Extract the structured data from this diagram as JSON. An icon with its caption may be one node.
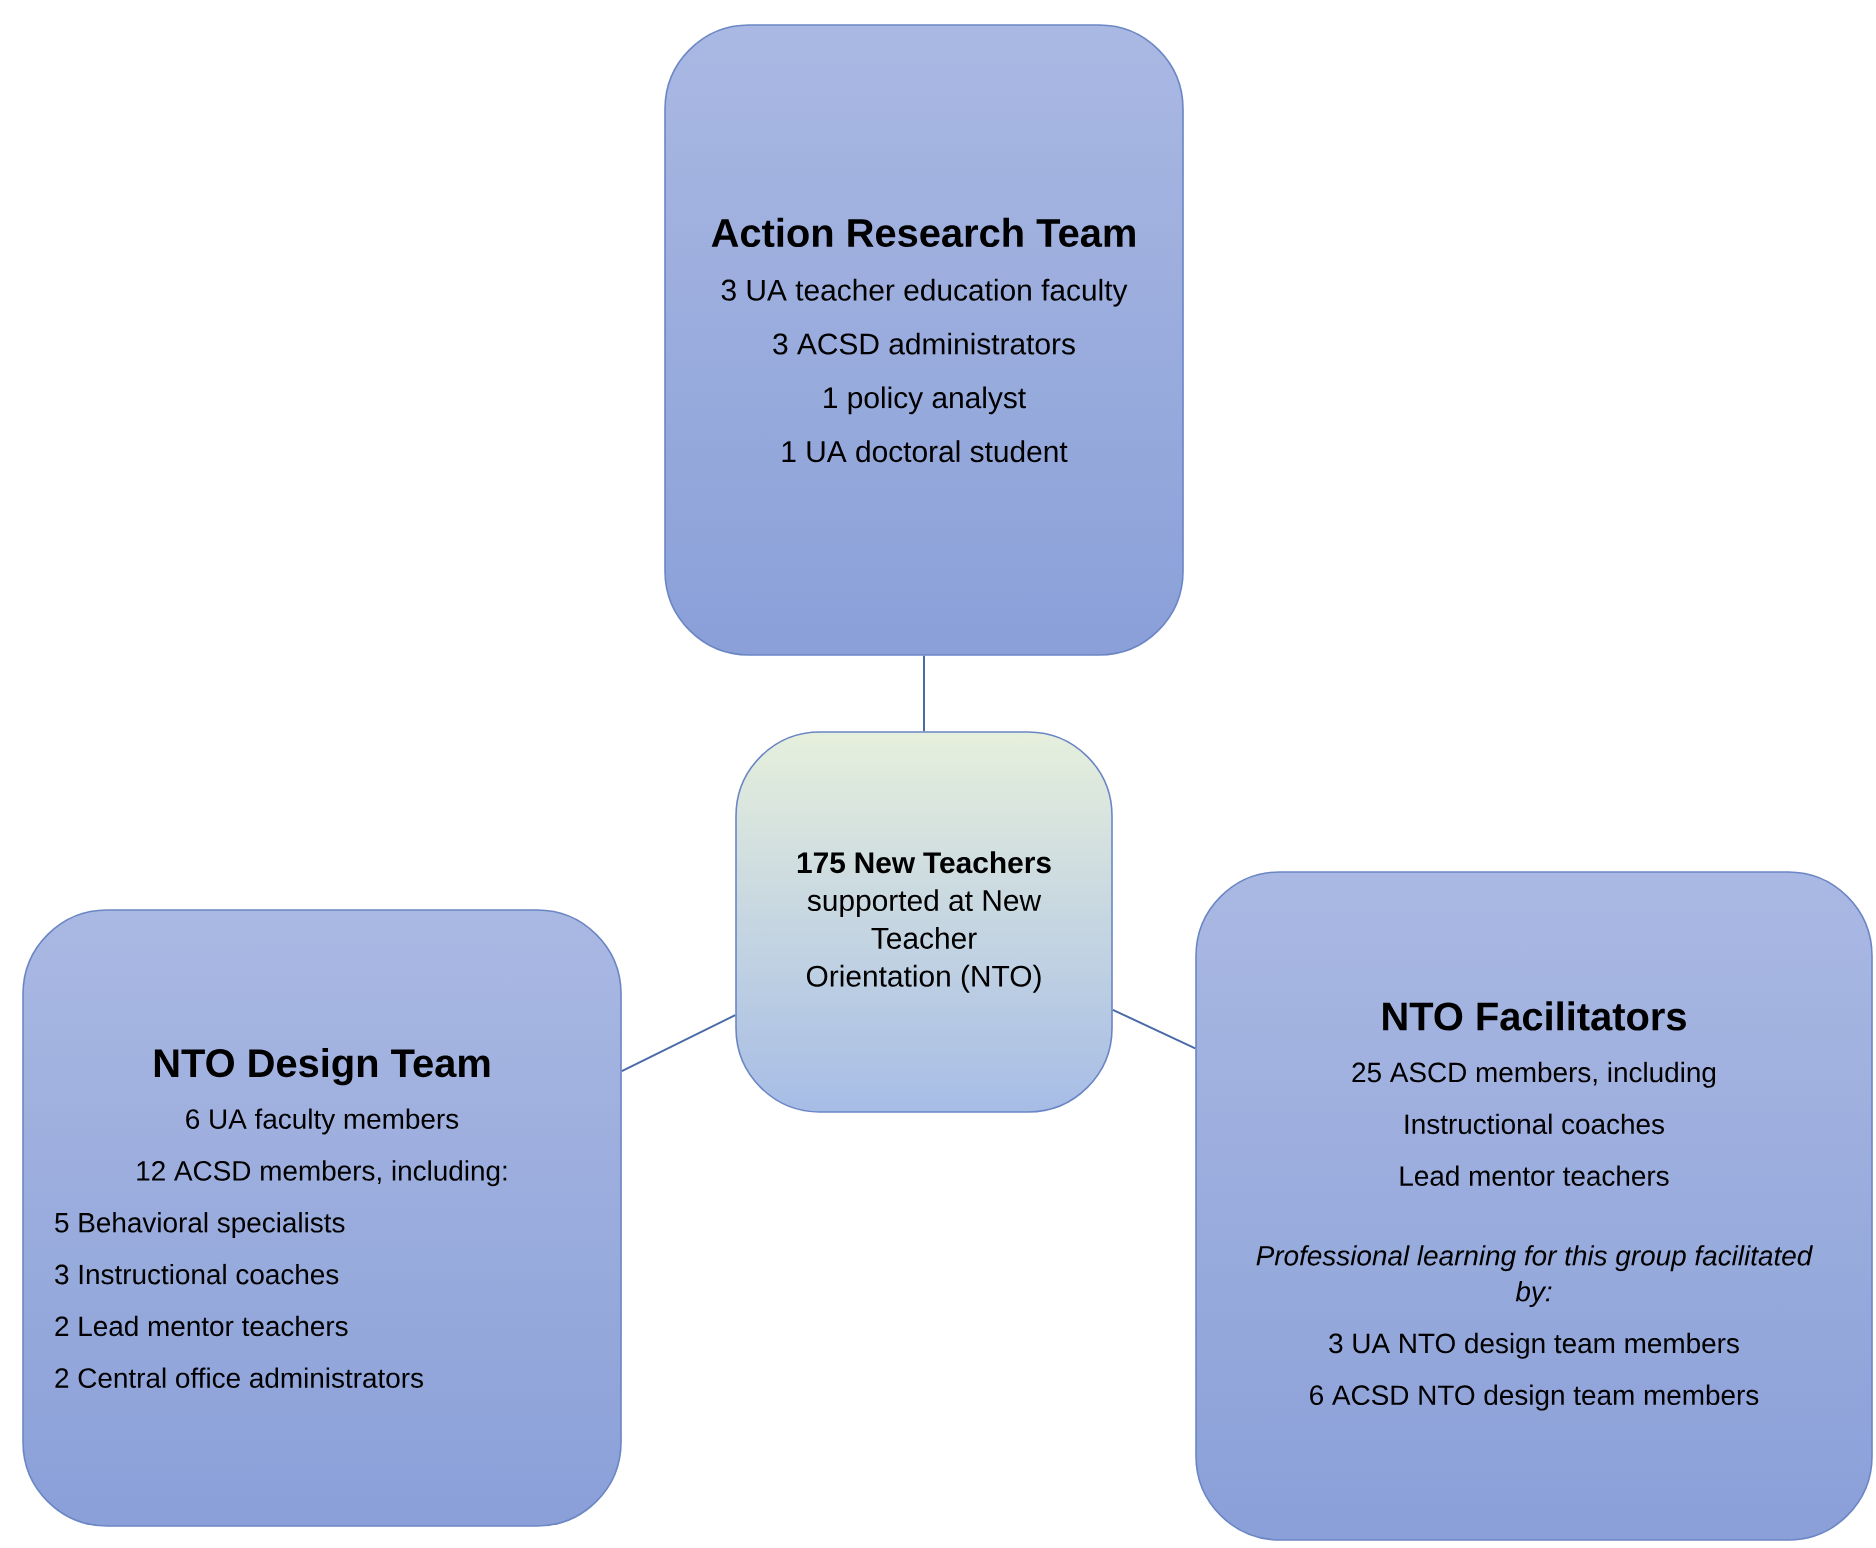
{
  "diagram": {
    "nodes": [
      {
        "text": [
          "Action Research Team",
          "3 UA teacher education faculty",
          "3 ACSD administrators",
          "1 policy analyst",
          "1 UA doctoral student"
        ]
      },
      {
        "text": [
          "**175 New Teachers** supported at New Teacher Orientation (NTO)"
        ]
      },
      {
        "text": [
          "NTO Design Team",
          "6 UA faculty members",
          "12 ACSD members, including:",
          "5 Behavioral specialists",
          "3 Instructional coaches",
          "2 Lead mentor teachers",
          "2 Central office administrators"
        ]
      },
      {
        "text": [
          "NTO Facilitators",
          "25 ASCD members, including",
          "Instructional coaches",
          "Lead mentor teachers",
          "Professional learning for this group facilitated by:",
          "3 UA NTO design team members",
          "6  ACSD NTO design team members"
        ]
      }
    ],
    "edges": [
      {
        "from": 1,
        "to": 0,
        "arrow": "none"
      },
      {
        "from": 1,
        "to": 2,
        "arrow": "none"
      },
      {
        "from": 1,
        "to": 3,
        "arrow": "none"
      }
    ]
  }
}
